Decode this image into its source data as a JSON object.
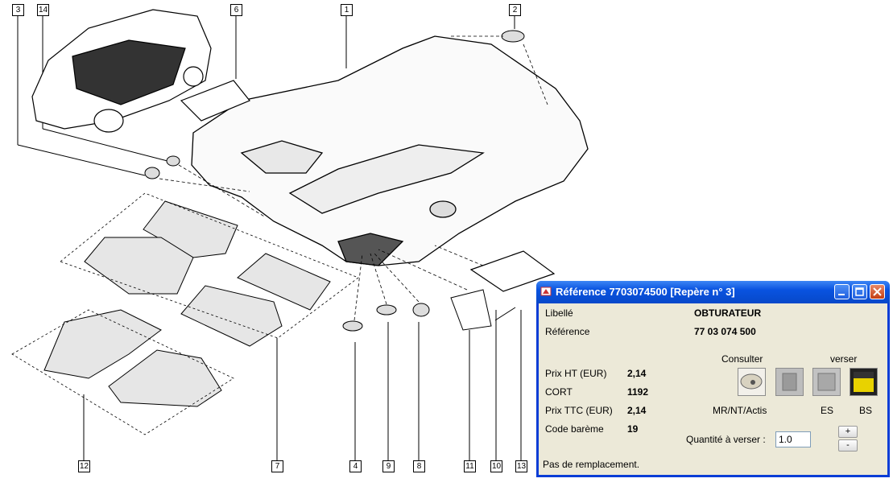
{
  "diagram": {
    "callouts": [
      "3",
      "14",
      "6",
      "1",
      "2",
      "12",
      "7",
      "4",
      "9",
      "8",
      "11",
      "10",
      "13"
    ]
  },
  "dialog": {
    "title": "Référence 7703074500 [Repère n° 3]",
    "libelle_label": "Libellé",
    "libelle_value": "OBTURATEUR",
    "reference_label": "Référence",
    "reference_value": "77 03 074 500",
    "prix_ht_label": "Prix HT (EUR)",
    "prix_ht_value": "2,14",
    "cort_label": "CORT",
    "cort_value": "1192",
    "prix_ttc_label": "Prix TTC (EUR)",
    "prix_ttc_value": "2,14",
    "code_bareme_label": "Code barème",
    "code_bareme_value": "19",
    "consulter_label": "Consulter",
    "verser_label": "verser",
    "mr_label": "MR/NT/Actis",
    "es_label": "ES",
    "bs_label": "BS",
    "quantite_label": "Quantité à verser :",
    "quantite_value": "1.0",
    "plus_label": "+",
    "minus_label": "-",
    "status": "Pas de remplacement."
  }
}
